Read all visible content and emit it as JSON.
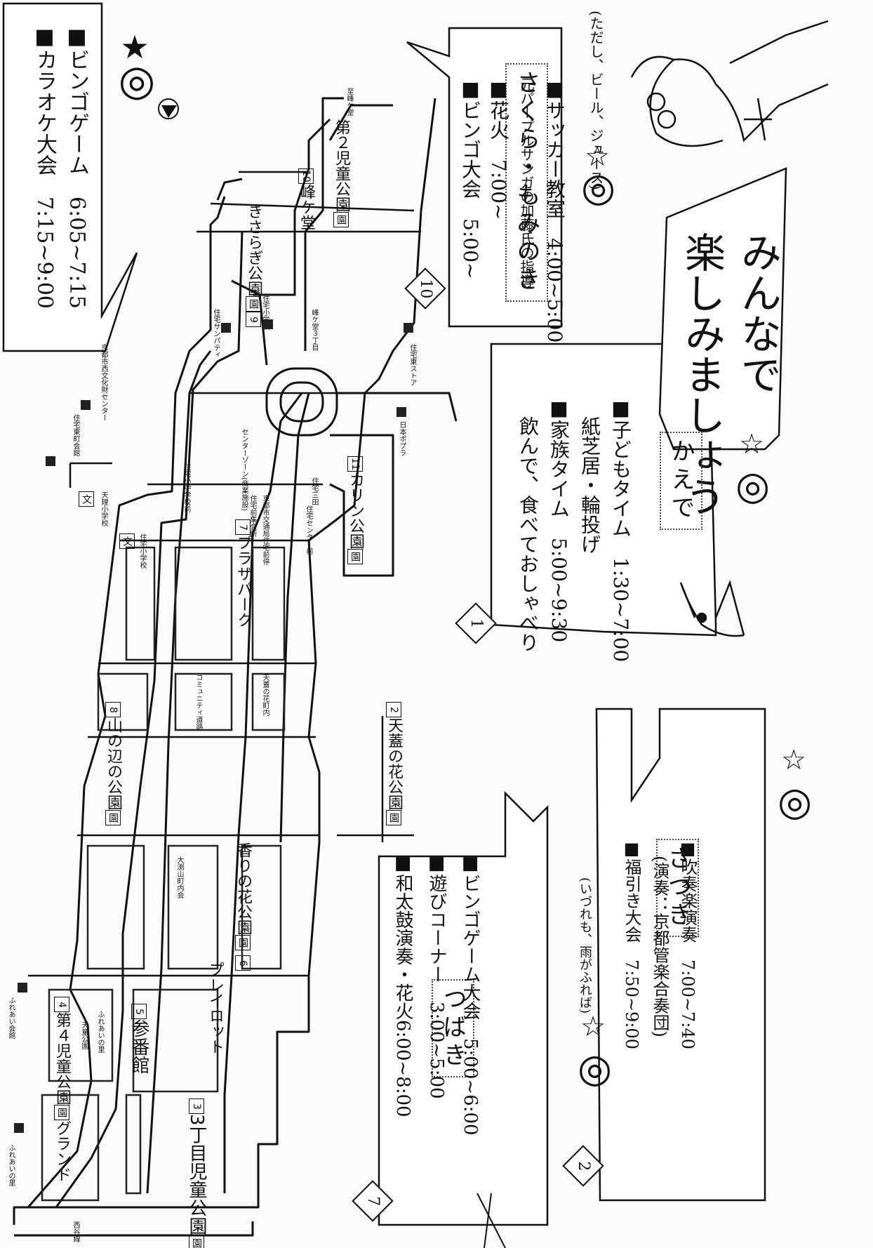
{
  "title": {
    "line1": "みんなで",
    "line2": "楽しみましょう"
  },
  "callouts": {
    "c0": {
      "items": [
        {
          "name": "ビンゴゲーム",
          "time": "6:05~7:15"
        },
        {
          "name": "カラオケ大会",
          "time": "7:15~9:00"
        }
      ]
    },
    "c10": {
      "num": "10",
      "venue": "さくら・もみのき",
      "items": [
        {
          "name": "サッカー教室",
          "time": "4:00~5:00"
        },
        {
          "name": "元パープルサンガの加藤氏の指導",
          "time": ""
        },
        {
          "name": "花火",
          "time": "7:00~"
        },
        {
          "name": "ビンゴ大会",
          "time": "5:00~"
        }
      ],
      "note": "(ただし、ビール、ジュース)"
    },
    "c1": {
      "num": "1",
      "venue": "かえで",
      "items": [
        {
          "name": "子どもタイム",
          "time": "1:30~7:00"
        },
        {
          "name": "紙芝居・輪投げ",
          "time": ""
        },
        {
          "name": "家族タイム",
          "time": "5:00~9:30"
        },
        {
          "name": "飲んで、食べておしゃべり",
          "time": ""
        }
      ]
    },
    "c7": {
      "num": "7",
      "venue": "つばき",
      "items": [
        {
          "name": "ビンゴゲーム大会",
          "time": "5:00~6:00"
        },
        {
          "name": "遊びコーナー",
          "time": "3:00~5:00"
        },
        {
          "name": "和太鼓演奏・花火",
          "time": "6:00~8:00"
        }
      ],
      "note": "(いづれも、雨がふれば)"
    },
    "c2": {
      "num": "2",
      "venue": "さつき",
      "items": [
        {
          "name": "吹奏楽演奏",
          "time": "7:00~7:40"
        },
        {
          "name": "(演奏：京都管楽合奏団)",
          "time": ""
        },
        {
          "name": "福引き大会",
          "time": "7:50~9:00"
        }
      ]
    }
  },
  "marks": {
    "double_circle": "◎",
    "star": "☆",
    "black_star": "★"
  },
  "places": {
    "p3": {
      "num": "3",
      "name": "3丁目児童公園"
    },
    "p4": {
      "num": "4",
      "name": "第４児童公園"
    },
    "p5": {
      "num": "5",
      "name": "参番館"
    },
    "pl": {
      "name": "プレイロット"
    },
    "p6": {
      "num": "6",
      "name": "香りの花公園"
    },
    "pg": {
      "name": "グランド"
    },
    "p8": {
      "num": "8",
      "name": "山の辺の公園"
    },
    "p2": {
      "num": "2",
      "name": "天蓋の花公園"
    },
    "p7": {
      "num": "7",
      "name": "プラザパーク"
    },
    "p11": {
      "num": "11",
      "name": "カリン公園"
    },
    "p9": {
      "num": "9",
      "name": "きさらぎ公園"
    },
    "p10": {
      "num": "10",
      "name": "峰ケ堂"
    },
    "p2b": {
      "name": "第２児童公園"
    },
    "park_mark": "園",
    "school_mark": "文"
  },
  "small_labels": {
    "s1": "ふれあいの里",
    "s2": "ふれあい会館",
    "s3": "天童公園",
    "s4": "ふれあいの里",
    "s5": "西谷線",
    "s6": "大渕山町内会",
    "s7": "コミュニティ道路",
    "s8": "天蓋の花町内",
    "s9": "住宅センター前",
    "s10": "住宅小中学校前",
    "s11": "天理小学校",
    "s12": "住宅小学校",
    "s13": "住宅前集会所",
    "s14": "京都市交通局住宅前停",
    "s15": "センターゾーン(商業施設)",
    "s16": "住宅サンパティ",
    "s17": "峰ケ堂３丁目",
    "s18": "住宅東ストア",
    "s19": "住宅小学校",
    "s20": "日本ポプラ",
    "s21": "至峰ケ堂",
    "s22": "住宅三田",
    "s23": "京都市西文化財センター",
    "s24": "住宅東町会館"
  }
}
